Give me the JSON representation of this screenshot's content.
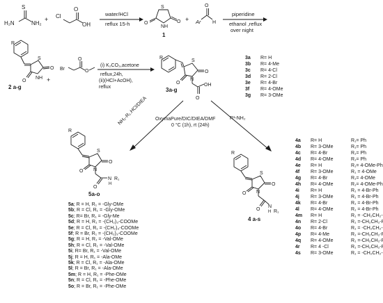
{
  "labels": {
    "step1_above": "water/HCl",
    "step1_below": "reflux 15-h",
    "step2_above": "piperidine",
    "step2_below1": "ethanol ,reflux",
    "step2_below2": "over night",
    "compound_1": "1",
    "ar_label": "Ar",
    "h_label": "H",
    "intermediate_2": "2 a-g",
    "step3_line1": "(i)  K₂CO₃,acetone",
    "step3_line2": "reflux,24h,",
    "step3_line3": "(ii)(HCl+AcOH),",
    "step3_line4": "reflux",
    "intermediate_3": "3a-g",
    "coupling_center1": "OxymaPure/DIC/DIEA/DMF",
    "coupling_center2": "0 °C (1h), rt (24h)",
    "reagent_left": "NH₂-R₁.HCl/DIEA",
    "reagent_right": "R¹-NH₂",
    "product_5": "5a-o",
    "product_4": "4 a-s",
    "r_label": "R",
    "r1_label": "R₁",
    "nh_label": "N",
    "h_small": "H",
    "o": "O",
    "s": "S",
    "n": "N",
    "oh": "OH",
    "cl": "Cl",
    "br": "Br",
    "h2n": "H₂N",
    "nh2": "NH₂"
  },
  "series_3": [
    {
      "id": "3a",
      "r": "R= H"
    },
    {
      "id": "3b",
      "r": "R= 4-Me"
    },
    {
      "id": "3c",
      "r": "R= 4-Cl"
    },
    {
      "id": "3d",
      "r": "R= 2-Cl"
    },
    {
      "id": "3e",
      "r": "R= 4-Br"
    },
    {
      "id": "3f",
      "r": "R= 4-OMe"
    },
    {
      "id": "3g",
      "r": "R= 3-OMe"
    }
  ],
  "series_4": [
    {
      "id": "4a",
      "r": "R= H",
      "r1": "R₁= Ph"
    },
    {
      "id": "4b",
      "r": "R= 3-OMe",
      "r1": "R₁= Ph"
    },
    {
      "id": "4c",
      "r": "R= 4-Br",
      "r1": "R₁= Ph"
    },
    {
      "id": "4d",
      "r": "R= 4-OMe",
      "r1": "R₁= Ph"
    },
    {
      "id": "4e",
      "r": "R= H",
      "r1": "R₁= 4-OMe-Ph"
    },
    {
      "id": "4f",
      "r": "R= 3-OMe",
      "r1": "R₁ = 4-OMe"
    },
    {
      "id": "4g",
      "r": "R= 4-Br",
      "r1": "R₁= 4-OMe"
    },
    {
      "id": "4h",
      "r": "R= 4-OMe",
      "r1": "R₁= 4-OMe-Ph"
    },
    {
      "id": "4i",
      "r": "R= H",
      "r1": "R₁ = 4-Br-Ph"
    },
    {
      "id": "4j",
      "r": "R= 3-OMe",
      "r1": "R₁ = 4-Br-Ph"
    },
    {
      "id": "4k",
      "r": "R= 4-Br",
      "r1": "R₁ = 4-Br-Ph"
    },
    {
      "id": "4l",
      "r": "R= 4-OMe",
      "r1": "R₁ = 4-Br-Ph"
    },
    {
      "id": "4m",
      "r": "R= H",
      "r1": "R₁ = -CH₂CH₂-Ph"
    },
    {
      "id": "4n",
      "r": "R= 2-Cl",
      "r1": "R₁ =-CH₂CH₂-Ph"
    },
    {
      "id": "4o",
      "r": "R= 4-Br",
      "r1": "R₁ = -CH₂CH₂-Ph"
    },
    {
      "id": "4p",
      "r": "R= 4-Me",
      "r1": "R₁ =-CH₂CH₂-Ph"
    },
    {
      "id": "4q",
      "r": "R= 4-OMe",
      "r1": "R₁ =-CH₂CH₂-Ph"
    },
    {
      "id": "4r",
      "r": "R= 4 -Cl",
      "r1": "R₁ =-CH₂CH₂-Ph"
    },
    {
      "id": "4s",
      "r": "R= 3-OMe",
      "r1": "R₁ = -CH₂CH₂-Ph"
    }
  ],
  "series_5": [
    {
      "id": "5a",
      "text": "; R = H, R₁ = -Gly-OMe"
    },
    {
      "id": "5b",
      "text": "; R = Cl, R₁ = -Gly-OMe"
    },
    {
      "id": "5c",
      "text": "; R= Br, R₁ = -Gly-Me"
    },
    {
      "id": "5d",
      "text": "; R = H, R₁ = -(CH₂)₃-COOMe"
    },
    {
      "id": "5e",
      "text": "; R = Cl, R₁ = -(CH₂)₃-COOMe"
    },
    {
      "id": "5f",
      "text": "; R = Br, R₁ = -(CH₂)₃-COOMe"
    },
    {
      "id": "5g",
      "text": "; R = H, R₁ = -Val-OMe"
    },
    {
      "id": "5h",
      "text": "; R = Cl, R₁ = -Val-OMe"
    },
    {
      "id": "5i",
      "text": "; R= Br, R₁ = -Val-OMe"
    },
    {
      "id": "5j",
      "text": "; R = H, R₁ = -Ala-OMe"
    },
    {
      "id": "5k",
      "text": "; R = Cl, R₁ = -Ala-OMe"
    },
    {
      "id": "5l",
      "text": "; R = Br, R₁ = -Ala-OMe"
    },
    {
      "id": "5m",
      "text": "; R = H, R₁ = -Phe-OMe"
    },
    {
      "id": "5n",
      "text": "; R = Cl, R₁ = -Phe-OMe"
    },
    {
      "id": "5o",
      "text": "; R = Br, R₁ = -Phe-OMe"
    }
  ]
}
